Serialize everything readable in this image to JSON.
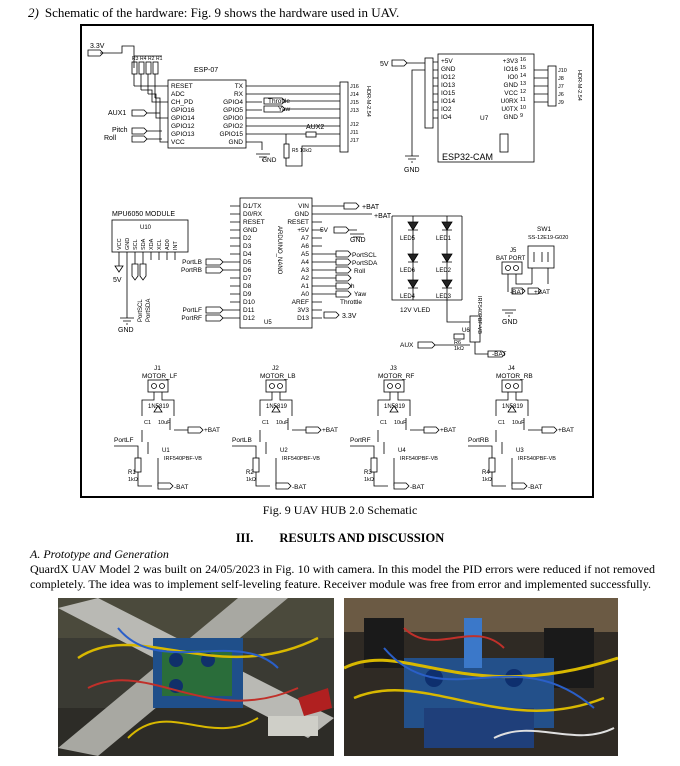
{
  "heading": {
    "number": "2)",
    "text": "Schematic of the hardware: Fig. 9 shows the hardware used in UAV."
  },
  "schematic": {
    "esp07": {
      "supply": "3.3V",
      "resistors": [
        "R3",
        "R4",
        "R2",
        "R1"
      ],
      "title": "ESP-07",
      "left_pins": [
        "RESET",
        "ADC",
        "CH_PD",
        "GPIO16",
        "GPIO14",
        "GPIO12",
        "GPIO13",
        "VCC"
      ],
      "right_pins": [
        "TX",
        "RX",
        "GPIO4",
        "GPIO5",
        "GPIO0",
        "GPIO2",
        "GPIO15",
        "GND"
      ],
      "aux1": "AUX1",
      "pitch": "Pitch",
      "roll": "Roll",
      "throttle": "Throttle",
      "yaw": "Yaw",
      "aux2": "AUX2",
      "gnd": "GND",
      "r5": "R5 10kΩ",
      "header_pins": [
        "J16",
        "J14",
        "J15",
        "J13",
        "J12",
        "J11",
        "J17"
      ],
      "header_label": "HDR-M-2.54"
    },
    "esp32": {
      "supply": "5V",
      "left_pins": [
        "+5V",
        "GND",
        "IO12",
        "IO13",
        "IO15",
        "IO14",
        "IO2",
        "IO4"
      ],
      "right_pins": [
        "+3V3",
        "IO16",
        "IO0",
        "GND",
        "VCC",
        "U0RX",
        "U0TX",
        "GND"
      ],
      "right_nums": [
        "16",
        "15",
        "14",
        "13",
        "12",
        "11",
        "10",
        "9"
      ],
      "u7": "U7",
      "title": "ESP32-CAM",
      "header_pins": [
        "J10",
        "J8",
        "J7",
        "J6",
        "J9"
      ],
      "header_label": "HDR-M-2.54",
      "gnd": "GND"
    },
    "mpu": {
      "title": "MPU6050 MODULE",
      "ref": "U10",
      "pins": [
        "VCC",
        "GND",
        "SCL",
        "SDA",
        "XDA",
        "XCL",
        "AD0",
        "INT"
      ],
      "supply": "5V",
      "port_scl": "PortSCL",
      "port_sda": "PortSDA",
      "gnd": "GND"
    },
    "nano": {
      "title": "ARDUINO_NANO",
      "ref": "U5",
      "left_pins": [
        "D1/TX",
        "D0/RX",
        "RESET",
        "GND",
        "D2",
        "D3",
        "D4",
        "D5",
        "D6",
        "D7",
        "D8",
        "D9",
        "D10",
        "D11",
        "D12"
      ],
      "right_pins": [
        "VIN",
        "GND",
        "RESET",
        "+5V",
        "A7",
        "A6",
        "A5",
        "A4",
        "A3",
        "A2",
        "A1",
        "A0",
        "AREF",
        "3V3",
        "D13"
      ],
      "port_lb": "PortLB",
      "port_rb": "PortRB",
      "port_lf": "PortLF",
      "port_rf": "PortRF",
      "bat": "+BAT",
      "bat2": "+BAT",
      "v5": "5V",
      "gnd": "GND",
      "port_scl": "PortSCL",
      "port_sda": "PortSDA",
      "roll": "Roll",
      "pitch": "Pitch",
      "yaw": "Yaw",
      "throttle": "Throttle",
      "v33": "3.3V"
    },
    "leds": {
      "labels": [
        "LED5",
        "LED1",
        "LED6",
        "LED2",
        "LED4",
        "LED3"
      ],
      "vled": "12V VLED",
      "mosfet": "IRF540PBF-VB",
      "u6": "U6",
      "r6": "R6",
      "r6_val": "1kΩ",
      "aux": "AUX",
      "neg_bat": "-BAT"
    },
    "power": {
      "sw": "SW1",
      "sw_part": "SS-12E19-G020",
      "j5": "J5",
      "port_label": "BAT PORT",
      "neg": "-BAT",
      "pos": "+BAT",
      "gnd": "GND"
    },
    "motors": [
      {
        "j": "J1",
        "label": "MOTOR_LF",
        "port": "PortLF",
        "u": "U1",
        "r": "R1"
      },
      {
        "j": "J2",
        "label": "MOTOR_LB",
        "port": "PortLB",
        "u": "U2",
        "r": "R2"
      },
      {
        "j": "J3",
        "label": "MOTOR_RF",
        "port": "PortRF",
        "u": "U4",
        "r": "R3"
      },
      {
        "j": "J4",
        "label": "MOTOR_RB",
        "port": "PortRB",
        "u": "U3",
        "r": "R4"
      }
    ],
    "motor_common": {
      "diode": "1N5819",
      "cap": "C1",
      "cap_val": "10uF",
      "pos_bat": "+BAT",
      "neg_bat": "-BAT",
      "mosfet": "IRF540PBF-VB",
      "r_val": "1kΩ"
    }
  },
  "caption": "Fig. 9 UAV HUB 2.0 Schematic",
  "section": {
    "numeral": "III.",
    "title": "RESULTS AND DISCUSSION"
  },
  "subsection": "A.   Prototype and Generation",
  "body": "QuardX UAV Model 2 was built on 24/05/2023 in Fig. 10 with camera. In this model the PID errors were reduced if not removed completely. The idea was to implement self-leveling feature. Receiver module was free from error and implemented successfully.",
  "colors": {
    "ink": "#000000",
    "led": "#222222",
    "photo_bg": "#3a3a33",
    "pcb_blue": "#1f4f8a",
    "wire_yellow": "#d8b800",
    "wire_red": "#c0302a"
  }
}
